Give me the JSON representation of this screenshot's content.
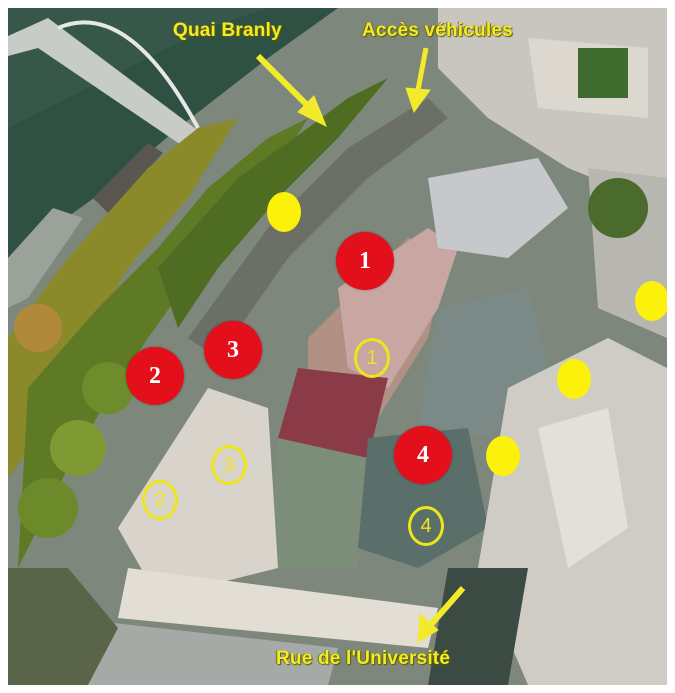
{
  "map": {
    "labels": {
      "quai_branly": "Quai Branly",
      "acces_vehicules": "Accès véhicules",
      "rue_universite": "Rue de l'Université"
    },
    "red_markers": [
      "1",
      "2",
      "3",
      "4"
    ],
    "yellow_rings": [
      "1",
      "2",
      "3",
      "4"
    ],
    "colors": {
      "red_marker": "#e3101b",
      "yellow_marker": "#fbf10a",
      "label_yellow": "#f2ea2a"
    }
  }
}
